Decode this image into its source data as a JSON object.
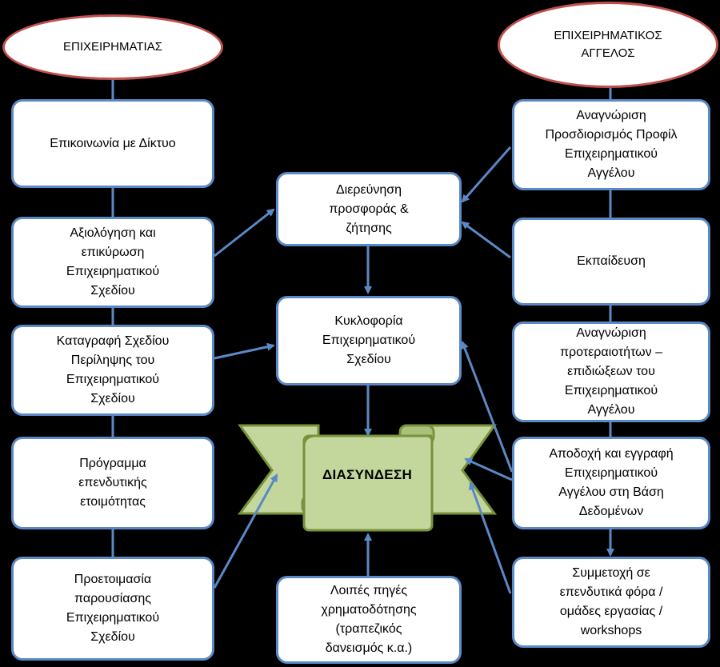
{
  "diagram": {
    "entrepreneur_title": "ΕΠΙΧΕΙΡΗΜΑΤΙΑΣ",
    "angel_title": "ΕΠΙΧΕΙΡΗΜΑΤΙΚΟΣ\nΑΓΓΕΛΟΣ",
    "left_column": [
      "Επικοινωνία με Δίκτυο",
      "Αξιολόγηση και\nεπικύρωση\nΕπιχειρηματικού\nΣχεδίου",
      "Καταγραφή Σχεδίου\nΠερίληψης του\nΕπιχειρηματικού\nΣχεδίου",
      "Πρόγραμμα\nεπενδυτικής\nετοιμότητας",
      "Προετοιμασία\nπαρουσίασης\nΕπιχειρηματικού\nΣχεδίου"
    ],
    "right_column": [
      "Αναγνώριση\nΠροσδιορισμός Προφίλ\nΕπιχειρηματικού\nΑγγέλου",
      "Εκπαίδευση",
      "Αναγνώριση\nπροτεραιοτήτων –\nεπιδιώξεων του\nΕπιχειρηματικού\nΑγγέλου",
      "Αποδοχή και εγγραφή\nΕπιχειρηματικού\nΑγγέλου στη Βάση\nΔεδομένων",
      "Συμμετοχή σε\nεπενδυτικά φόρα /\nομάδες εργασίας /\nworkshops"
    ],
    "center_column": [
      "Διερεύνηση\nπροσφοράς &\nζήτησης",
      "Κυκλοφορία\nΕπιχειρηματικού\nΣχεδίου"
    ],
    "other_sources": "Λοιπές πηγές\nχρηματοδότησης\n(τραπεζικός\nδανεισμός κ.α.)",
    "connection": "ΔΙΑΣΥΝΔΕΣΗ",
    "colors": {
      "box_border": "#5b88c6",
      "oval_border": "#c0504d",
      "arrow": "#5b88c6",
      "banner_fill": "#c3d69b",
      "banner_border": "#77933c",
      "background": "#000000"
    }
  }
}
